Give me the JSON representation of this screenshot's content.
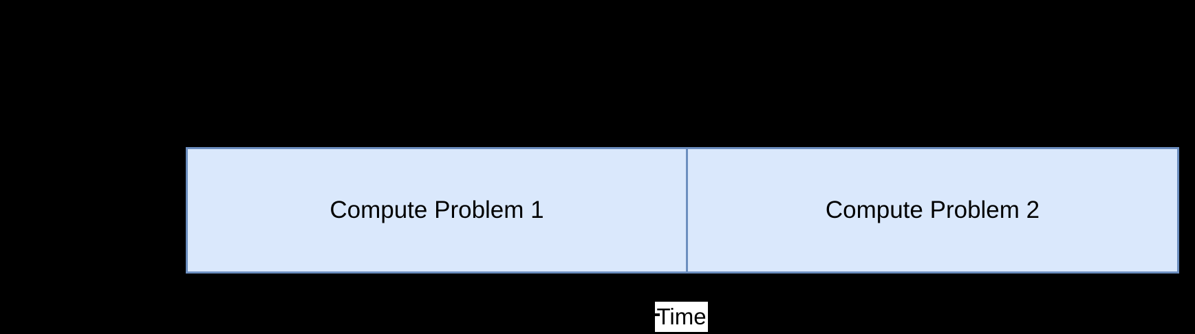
{
  "diagram": {
    "background_color": "#000000",
    "boxes": [
      {
        "label": "Compute Problem 1",
        "fill_color": "#dae8fc",
        "border_color": "#6c8ebf",
        "text_color": "#000000"
      },
      {
        "label": "Compute Problem 2",
        "fill_color": "#dae8fc",
        "border_color": "#6c8ebf",
        "text_color": "#000000"
      }
    ],
    "time_axis": {
      "label": "Time",
      "label_background_color": "#ffffff",
      "label_text_color": "#000000",
      "line_color": "#000000"
    }
  }
}
